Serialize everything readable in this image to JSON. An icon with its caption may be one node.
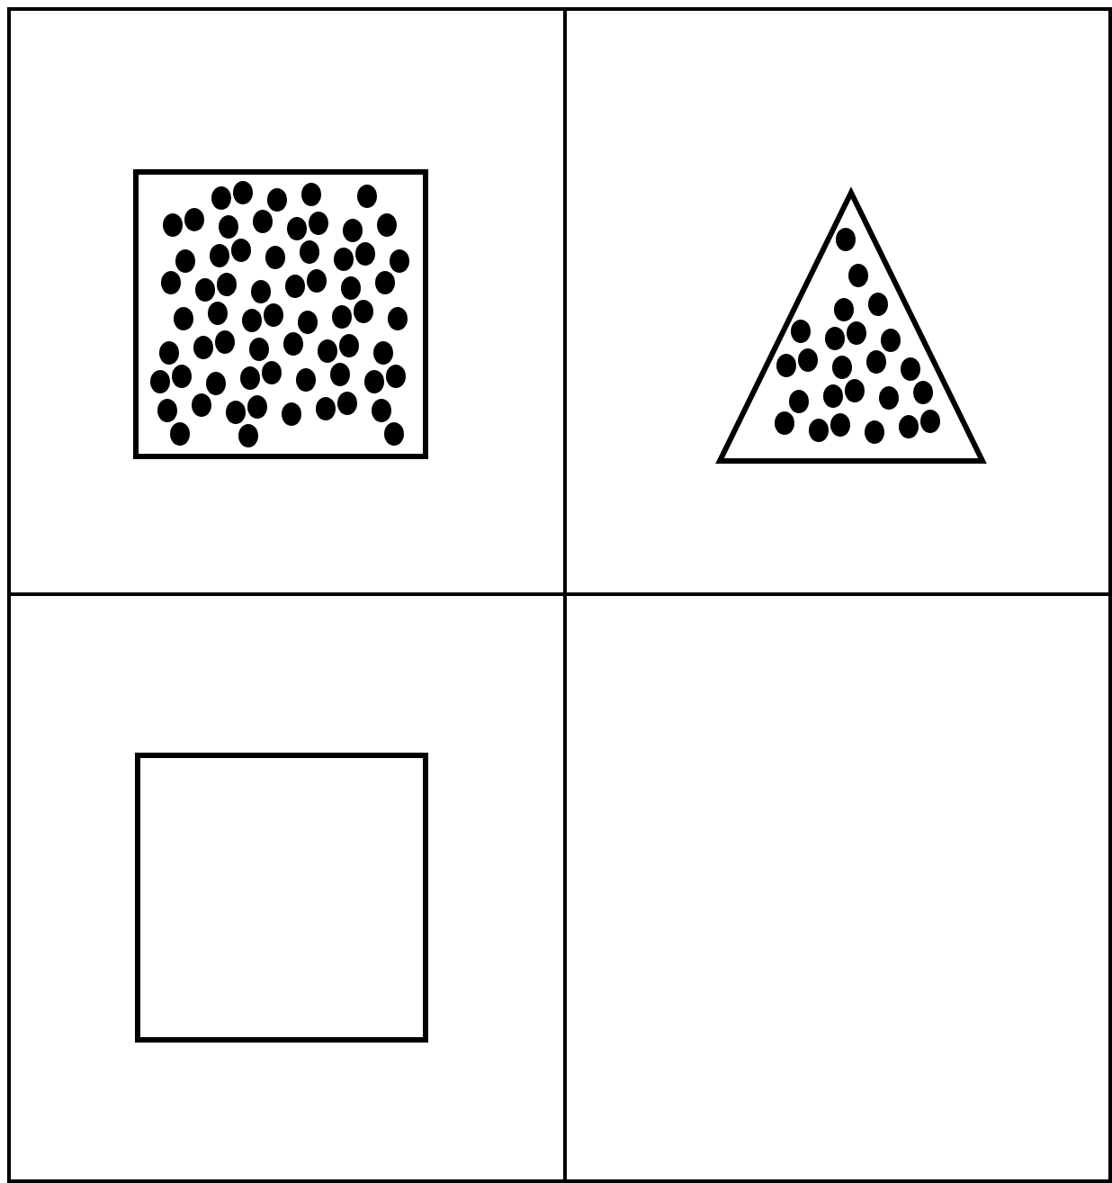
{
  "diagram": {
    "nodes": [
      {
        "text": [],
        "shape": "box"
      },
      {
        "text": [],
        "shape": "triangle"
      },
      {
        "text": [],
        "shape": "box"
      }
    ]
  }
}
